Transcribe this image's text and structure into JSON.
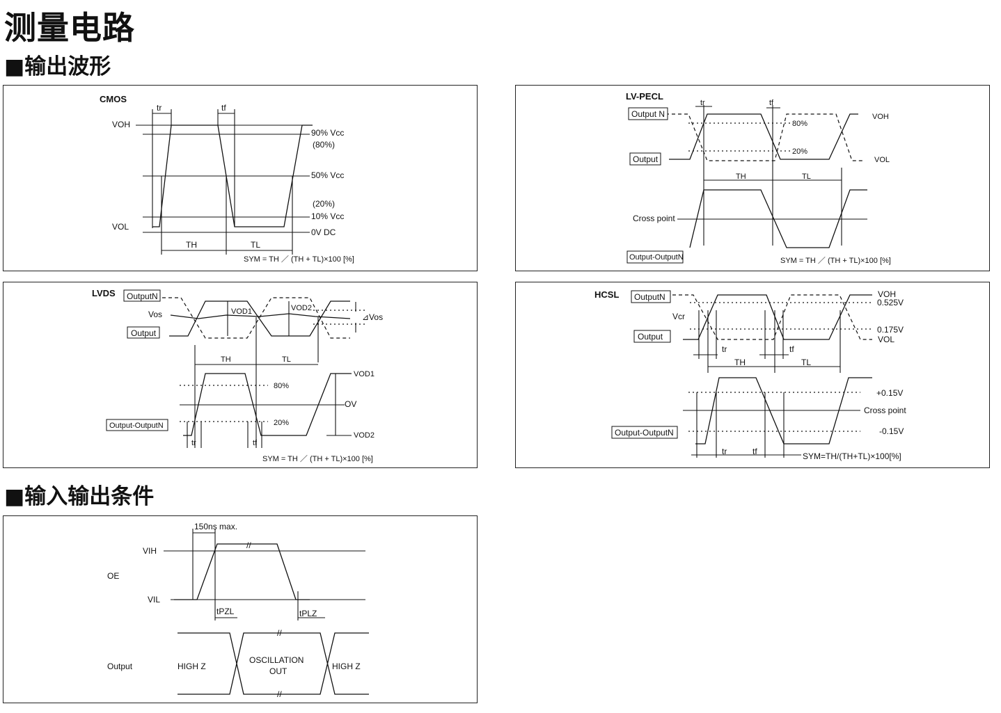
{
  "page": {
    "title": "测量电路",
    "section_output_waveform": "■输出波形",
    "section_io_conditions": "■输入输出条件"
  },
  "cmos": {
    "title": "CMOS",
    "tr": "tr",
    "tf": "tf",
    "voh": "VOH",
    "vol": "VOL",
    "p90": "90% Vcc",
    "p80": "(80%)",
    "p50": "50% Vcc",
    "p20": "(20%)",
    "p10": "10% Vcc",
    "p0": "0V DC",
    "th": "TH",
    "tl": "TL",
    "sym": "SYM = TH ／ (TH + TL)×100 [%]"
  },
  "lvpecl": {
    "title": "LV-PECL",
    "output_n": "Output N",
    "output": "Output",
    "tr": "tr",
    "tf": "tf",
    "p80": "80%",
    "p20": "20%",
    "voh": "VOH",
    "vol": "VOL",
    "th": "TH",
    "tl": "TL",
    "cross": "Cross point",
    "diff": "Output-OutputN",
    "sym": "SYM = TH ／ (TH + TL)×100 [%]"
  },
  "lvds": {
    "title": "LVDS",
    "output_n": "OutputN",
    "output": "Output",
    "vos": "Vos",
    "vod1": "VOD1",
    "vod2": "VOD2",
    "dvos": "⊿Vos",
    "th": "TH",
    "tl": "TL",
    "p80": "80%",
    "ov": "OV",
    "p20": "20%",
    "vod1b": "VOD1",
    "vod2b": "VOD2",
    "diff": "Output-OutputN",
    "tr": "tr",
    "tf": "tf",
    "sym": "SYM = TH ／ (TH + TL)×100 [%]"
  },
  "hcsl": {
    "title": "HCSL",
    "output_n": "OutputN",
    "output": "Output",
    "vcr": "Vcr",
    "voh": "VOH",
    "v0525": "0.525V",
    "v0175": "0.175V",
    "vol": "VOL",
    "tr": "tr",
    "tf": "tf",
    "th": "TH",
    "tl": "TL",
    "p015": "+0.15V",
    "cross": "Cross point",
    "m015": "-0.15V",
    "diff": "Output-OutputN",
    "tr2": "tr",
    "tf2": "tf",
    "sym": "SYM=TH/(TH+TL)×100[%]"
  },
  "oe": {
    "t150": "150ns max.",
    "vih": "VIH",
    "vil": "VIL",
    "oe": "OE",
    "tpzl": "tPZL",
    "tplz": "tPLZ",
    "output": "Output",
    "highz1": "HIGH Z",
    "osc1": "OSCILLATION",
    "osc2": "OUT",
    "highz2": "HIGH Z"
  }
}
